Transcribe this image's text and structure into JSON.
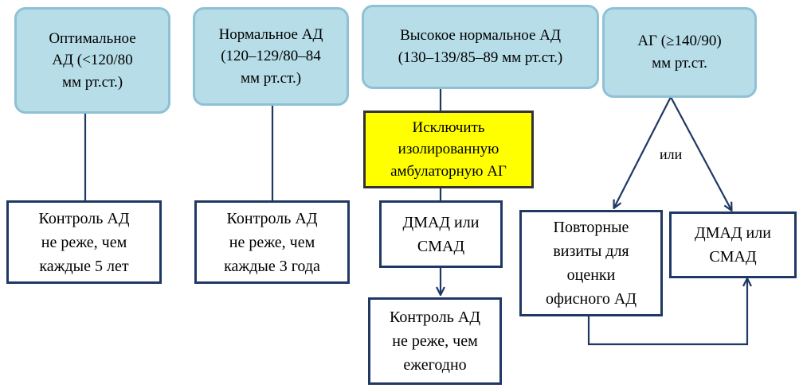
{
  "categories": {
    "optimal": "Оптимальное\nАД (<120/80\nмм рт.ст.)",
    "normal": "Нормальное АД\n(120–129/80–84\nмм рт.ст.)",
    "high_normal": "Высокое нормальное АД\n(130–139/85–89 мм рт.ст.)",
    "hypertension": "АГ (≥140/90)\nмм рт.ст."
  },
  "actions": {
    "control_5y": "Контроль АД\nне реже, чем\nкаждые 5 лет",
    "control_3y": "Контроль АД\nне реже, чем\nкаждые 3 года",
    "exclude_isolated": "Исключить\nизолированную\nамбулаторную АГ",
    "hbpm_abpm_left": "ДМАД или\nСМАД",
    "control_yearly": "Контроль АД\nне реже, чем\nежегодно",
    "repeat_visits": "Повторные\nвизиты для\nоценки\nофисного АД",
    "hbpm_abpm_right": "ДМАД или\nСМАД"
  },
  "connector_label": "или",
  "colors": {
    "category_fill": "#b6dde8",
    "category_border": "#8fc1d6",
    "action_border": "#1f3864",
    "highlight_fill": "#ffff00",
    "connector": "#1f3864"
  }
}
